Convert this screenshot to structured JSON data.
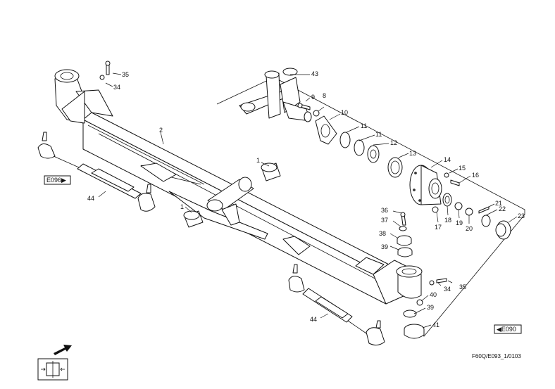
{
  "labels": {
    "p1a": "1",
    "p1b": "1",
    "p2": "2",
    "p8": "8",
    "p9": "9",
    "p10": "10",
    "p11a": "11",
    "p11b": "11",
    "p12": "12",
    "p13": "13",
    "p14": "14",
    "p15": "15",
    "p16": "16",
    "p17": "17",
    "p18": "18",
    "p19": "19",
    "p20": "20",
    "p21": "21",
    "p22": "22",
    "p23": "23",
    "p34a": "34",
    "p34b": "34",
    "p35a": "35",
    "p35b": "35",
    "p36": "36",
    "p37": "37",
    "p38": "38",
    "p39a": "39",
    "p39b": "39",
    "p40": "40",
    "p41": "41",
    "p43": "43",
    "p44a": "44",
    "p44b": "44"
  },
  "refs": {
    "left": "E096▶",
    "right": "◀E090"
  },
  "caption": "F60Q/E093_1/0103",
  "icons": {
    "direction": "arrow-up-right-icon",
    "view": "view-indicator-icon"
  }
}
